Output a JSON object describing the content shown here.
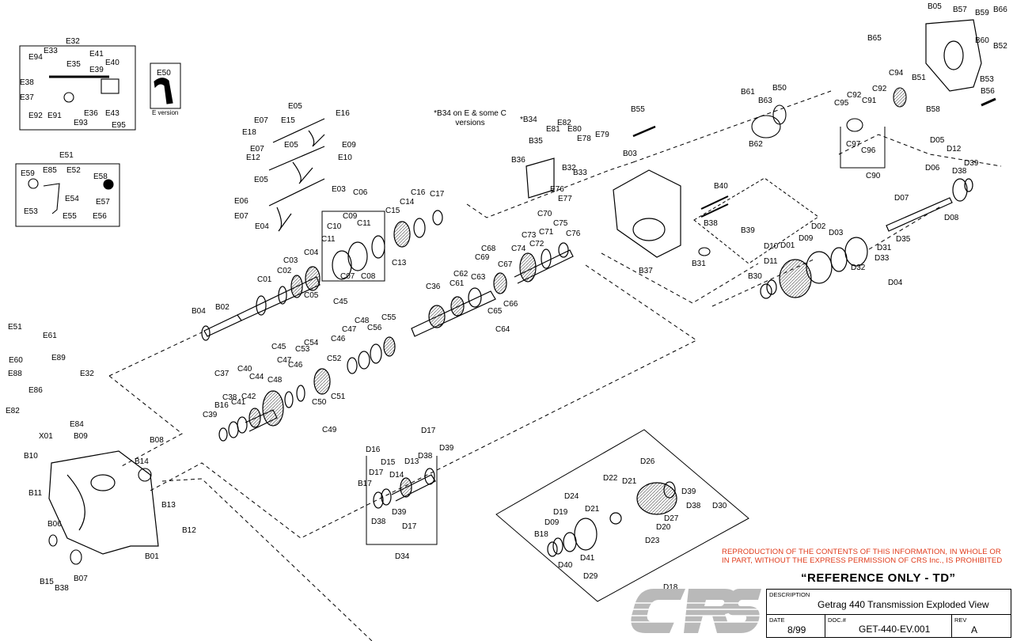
{
  "drawing": {
    "note_b34": "*B34 on E & some C versions",
    "e_version_label": "E version",
    "warning": "REPRODUCTION OF THE CONTENTS OF THIS INFORMATION, IN WHOLE OR IN PART, WITHOUT THE EXPRESS PERMISSION OF CRS Inc., IS PROHIBITED",
    "reference": "“REFERENCE ONLY - TD”",
    "logo_text": "CRS",
    "colors": {
      "warning": "#e03a1a",
      "logo": "#b9b9b9",
      "line": "#000000"
    }
  },
  "title_block": {
    "description_caption": "DESCRIPTION",
    "description": "Getrag 440 Transmission Exploded View",
    "date_caption": "DATE",
    "date": "8/99",
    "doc_caption": "DOC.#",
    "doc": "GET-440-EV.001",
    "rev_caption": "REV",
    "rev": "A"
  },
  "callouts": [
    "E32",
    "E41",
    "E94",
    "E33",
    "E35",
    "E40",
    "E39",
    "E38",
    "E37",
    "E92",
    "E91",
    "E93",
    "E36",
    "E43",
    "E95",
    "E50",
    "E51",
    "E59",
    "E85",
    "E52",
    "E58",
    "E54",
    "E57",
    "E53",
    "E55",
    "E56",
    "E05",
    "E16",
    "E07",
    "E15",
    "E18",
    "E05",
    "E09",
    "E07",
    "E12",
    "E10",
    "E05",
    "E03",
    "E06",
    "E07",
    "E04",
    "*B34",
    "E82",
    "E80",
    "E81",
    "E78",
    "E79",
    "B35",
    "B36",
    "B32",
    "B33",
    "E76",
    "E77",
    "B55",
    "B03",
    "B61",
    "B50",
    "B63",
    "B62",
    "B40",
    "B38",
    "B39",
    "B31",
    "B37",
    "B65",
    "B05",
    "B57",
    "B59",
    "B66",
    "B60",
    "B52",
    "C94",
    "B51",
    "B53",
    "B56",
    "B58",
    "C92",
    "C92",
    "C95",
    "C91",
    "C97",
    "C96",
    "C90",
    "D05",
    "D12",
    "D06",
    "D38",
    "D39",
    "D08",
    "D07",
    "D02",
    "D03",
    "D09",
    "D01",
    "D35",
    "D10",
    "D11",
    "D31",
    "D33",
    "D32",
    "D04",
    "B30",
    "C06",
    "C09",
    "C10",
    "C11",
    "C11",
    "C13",
    "C07",
    "C08",
    "C15",
    "C14",
    "C16",
    "C17",
    "C70",
    "C71",
    "C73",
    "C75",
    "C76",
    "C72",
    "C74",
    "C68",
    "C69",
    "C67",
    "C62",
    "C63",
    "C61",
    "C36",
    "C66",
    "C65",
    "C64",
    "C04",
    "C03",
    "C02",
    "C05",
    "C01",
    "B02",
    "B04",
    "C45",
    "C48",
    "C47",
    "C56",
    "C55",
    "C46",
    "C54",
    "C53",
    "C52",
    "C45",
    "C47",
    "C46",
    "C48",
    "C40",
    "C44",
    "C37",
    "C42",
    "C38",
    "C41",
    "B16",
    "C39",
    "C51",
    "C50",
    "C49",
    "E51",
    "E61",
    "E60",
    "E89",
    "E88",
    "E32",
    "E86",
    "E82",
    "E84",
    "X01",
    "B09",
    "B08",
    "B10",
    "B14",
    "B11",
    "B13",
    "B12",
    "B06",
    "B01",
    "B07",
    "B15",
    "B38",
    "D17",
    "D16",
    "D39",
    "D15",
    "D38",
    "D17",
    "D13",
    "D14",
    "B17",
    "D39",
    "D38",
    "D17",
    "D34",
    "D26",
    "D22",
    "D21",
    "D24",
    "D39",
    "D30",
    "D38",
    "D19",
    "D21",
    "D27",
    "D09",
    "D20",
    "B18",
    "D23",
    "D41",
    "D40",
    "D29",
    "D18"
  ]
}
